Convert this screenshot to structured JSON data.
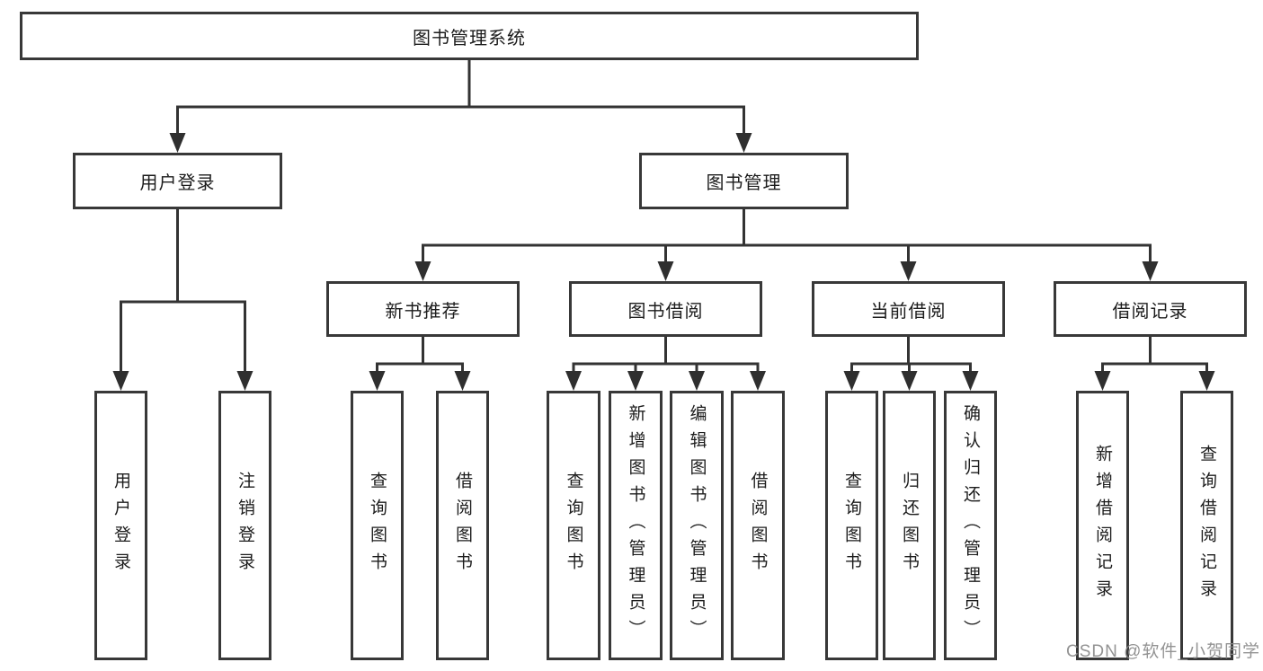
{
  "diagram": {
    "tree": {
      "label": "图书管理系统",
      "children": [
        {
          "label": "用户登录",
          "children": [
            {
              "label": "用户登录"
            },
            {
              "label": "注销登录"
            }
          ]
        },
        {
          "label": "图书管理",
          "children": [
            {
              "label": "新书推荐",
              "children": [
                {
                  "label": "查询图书"
                },
                {
                  "label": "借阅图书"
                }
              ]
            },
            {
              "label": "图书借阅",
              "children": [
                {
                  "label": "查询图书"
                },
                {
                  "label": "新增图书（管理员）"
                },
                {
                  "label": "编辑图书（管理员）"
                },
                {
                  "label": "借阅图书"
                }
              ]
            },
            {
              "label": "当前借阅",
              "children": [
                {
                  "label": "查询图书"
                },
                {
                  "label": "归还图书"
                },
                {
                  "label": "确认归还（管理员）"
                }
              ]
            },
            {
              "label": "借阅记录",
              "children": [
                {
                  "label": "新增借阅记录"
                },
                {
                  "label": "查询借阅记录"
                }
              ]
            }
          ]
        }
      ]
    }
  },
  "watermark": {
    "text": "CSDN @软件_小贺同学"
  },
  "colors": {
    "line": "#333333",
    "box_border": "#383838",
    "box_fill": "#ffffff",
    "text": "#1c1c1c",
    "watermark": "#8a8a8a",
    "background": "#ffffff"
  }
}
